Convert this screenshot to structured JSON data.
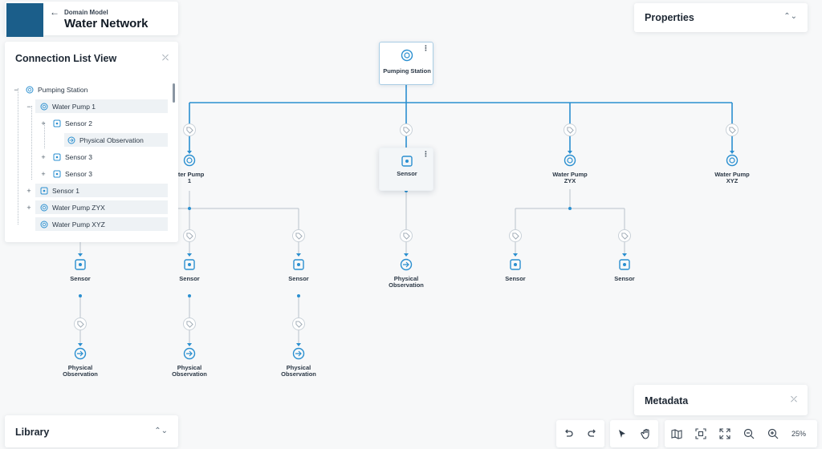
{
  "header": {
    "breadcrumb": "Domain Model",
    "title": "Water Network"
  },
  "properties": {
    "title": "Properties"
  },
  "connection_list": {
    "title": "Connection List View",
    "items": [
      {
        "label": "Pumping Station",
        "toggle": "−"
      },
      {
        "label": "Water Pump 1",
        "toggle": "−"
      },
      {
        "label": "Sensor 2",
        "toggle": "+"
      },
      {
        "label": "Physical Observation",
        "toggle": ""
      },
      {
        "label": "Sensor 3",
        "toggle": "+"
      },
      {
        "label": "Sensor 3",
        "toggle": "+"
      },
      {
        "label": "Sensor 1",
        "toggle": "+"
      },
      {
        "label": "Water Pump ZYX",
        "toggle": "+"
      },
      {
        "label": "Water Pump XYZ",
        "toggle": ""
      }
    ]
  },
  "metadata": {
    "title": "Metadata"
  },
  "library": {
    "title": "Library"
  },
  "toolbar": {
    "zoom": "25%"
  },
  "canvas": {
    "root": {
      "label": "Pumping Station"
    },
    "level1": [
      {
        "label1": "ater Pump",
        "label2": "1"
      },
      {
        "label1": "Sensor",
        "label2": ""
      },
      {
        "label1": "Water Pump",
        "label2": "ZYX"
      },
      {
        "label1": "Water Pump",
        "label2": "XYZ"
      }
    ],
    "level2": [
      {
        "label1": "Sensor",
        "label2": ""
      },
      {
        "label1": "Sensor",
        "label2": ""
      },
      {
        "label1": "Sensor",
        "label2": ""
      },
      {
        "label1": "Physical",
        "label2": "Observation"
      },
      {
        "label1": "Sensor",
        "label2": ""
      },
      {
        "label1": "Sensor",
        "label2": ""
      }
    ],
    "level3": [
      {
        "label1": "Physical",
        "label2": "Observation"
      },
      {
        "label1": "Physical",
        "label2": "Observation"
      },
      {
        "label1": "Physical",
        "label2": "Observation"
      }
    ]
  },
  "colors": {
    "accent": "#2a8fd0",
    "brand": "#1b5e8a",
    "connector": "#b9c2ca"
  }
}
